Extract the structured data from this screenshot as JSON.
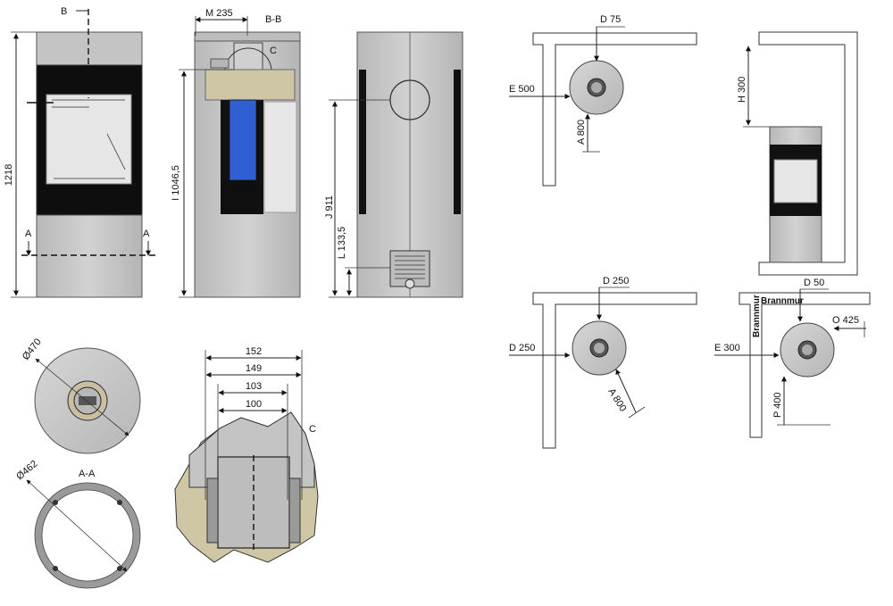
{
  "colors": {
    "steel": "#c9c9c9",
    "steel_dark": "#b2b2b2",
    "glass": "#0f0f0f",
    "firebox": "#e4e4e4",
    "blue": "#2f5fd0",
    "insulation": "#cfc6a6",
    "wall": "#ffffff"
  },
  "front": {
    "height": "1218",
    "section_b": "B",
    "section_a_left": "A",
    "section_a_right": "A"
  },
  "section": {
    "width": "M 235",
    "title": "B-B",
    "detail": "C",
    "height": "I 1046,5"
  },
  "back": {
    "height_j": "J 911",
    "height_l": "L 133,5"
  },
  "top_view": {
    "diameter": "Ø470"
  },
  "ring_view": {
    "diameter": "Ø462",
    "title": "A-A"
  },
  "detail_c": {
    "label": "C",
    "dims": [
      "152",
      "149",
      "103",
      "100"
    ]
  },
  "install_1": {
    "d": "D 75",
    "e": "E 500",
    "a": "A 800"
  },
  "install_2": {
    "h": "H 300"
  },
  "install_3": {
    "d_top": "D 250",
    "d_side": "D 250",
    "a": "A 800"
  },
  "install_4": {
    "d": "D 50",
    "wall": "Brannmur",
    "wall_side": "Brannmur",
    "o": "O 425",
    "e": "E 300",
    "p": "P 400"
  }
}
